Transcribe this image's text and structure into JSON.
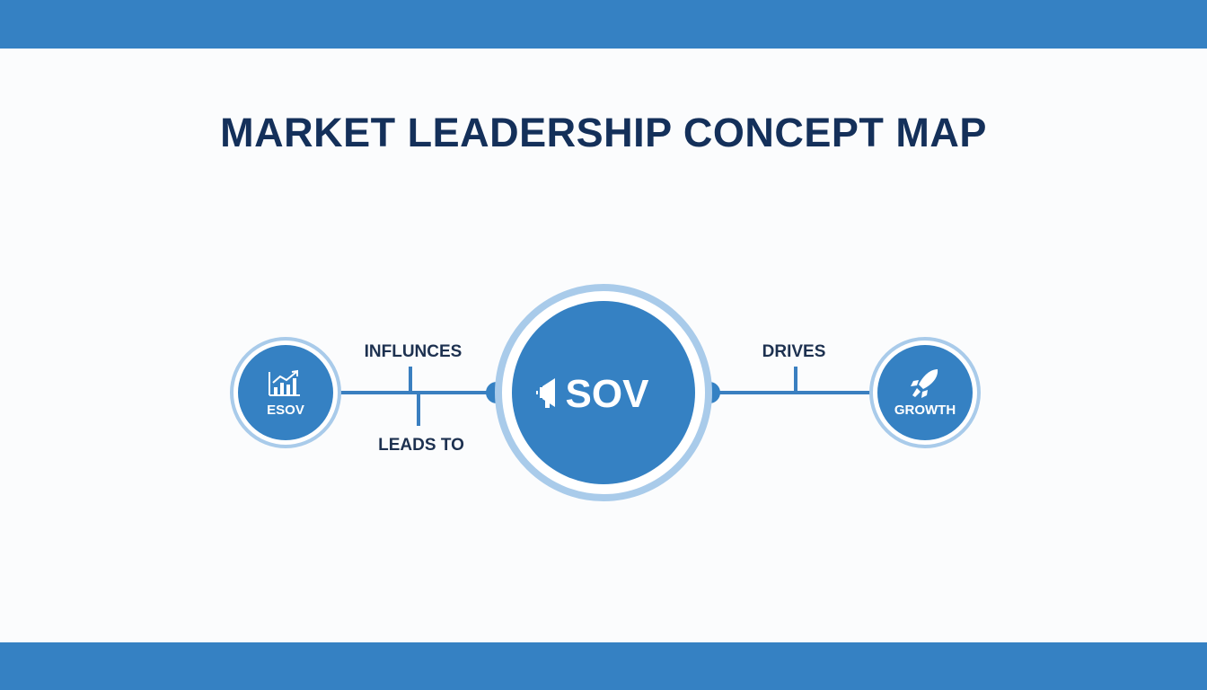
{
  "title": "MARKET LEADERSHIP CONCEPT MAP",
  "colors": {
    "band": "#3581c3",
    "node_fill": "#3581c3",
    "node_ring": "#a9cbea",
    "connector": "#3a7fc0",
    "title": "#14305a",
    "edge_label": "#1d3150"
  },
  "nodes": {
    "left": {
      "label": "ESOV",
      "icon": "bar-chart-trend-icon"
    },
    "center": {
      "label": "SOV",
      "icon": "megaphone-icon"
    },
    "right": {
      "label": "GROWTH",
      "icon": "rocket-icon"
    }
  },
  "edges": {
    "top_left": "INFLUNCES",
    "bottom_left": "LEADS TO",
    "right": "DRIVES"
  }
}
